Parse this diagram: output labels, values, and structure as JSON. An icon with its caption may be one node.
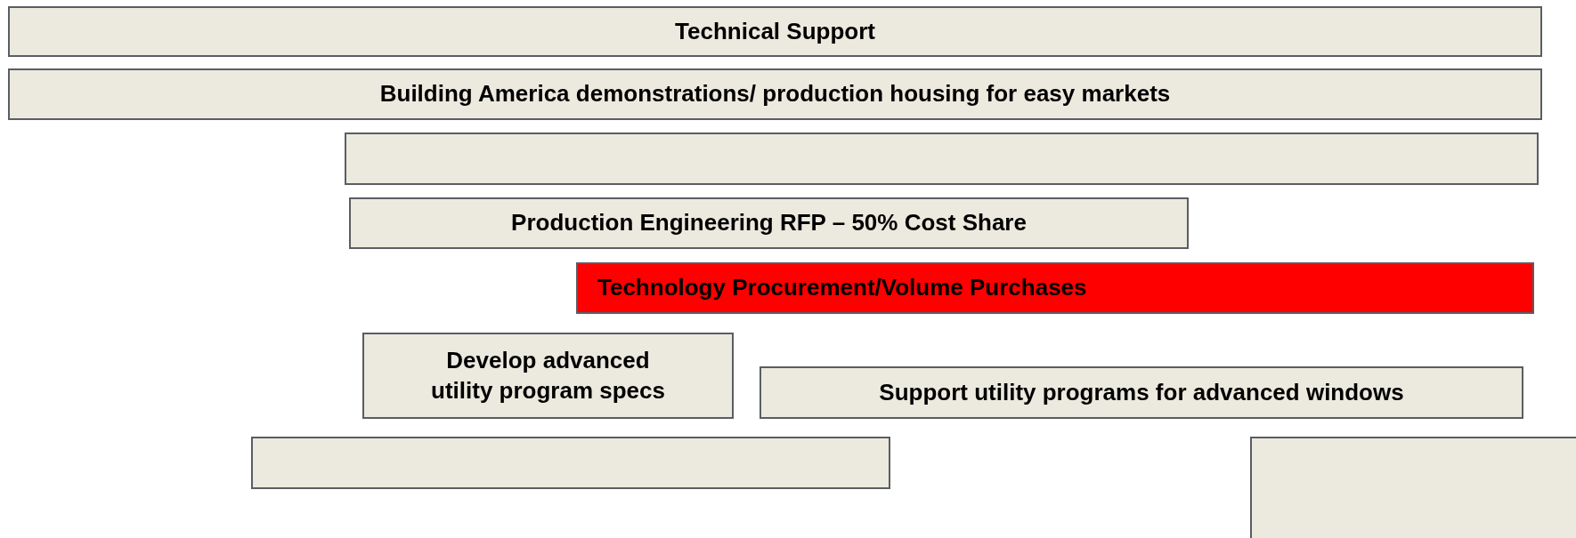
{
  "diagram": {
    "nodes": [
      {
        "text": [
          "Technical Support"
        ]
      },
      {
        "text": [
          "Building America demonstrations/ production housing for easy markets"
        ]
      },
      {
        "text": [],
        "shape": "box"
      },
      {
        "text": [
          "Production Engineering RFP – 50% Cost Share"
        ]
      },
      {
        "text": [
          "Technology Procurement/Volume Purchases"
        ]
      },
      {
        "text": [
          "Develop advanced utility program specs"
        ]
      },
      {
        "text": [
          "Support utility programs for advanced windows"
        ]
      },
      {
        "text": [],
        "shape": "box"
      },
      {
        "text": [],
        "shape": "box"
      }
    ]
  }
}
